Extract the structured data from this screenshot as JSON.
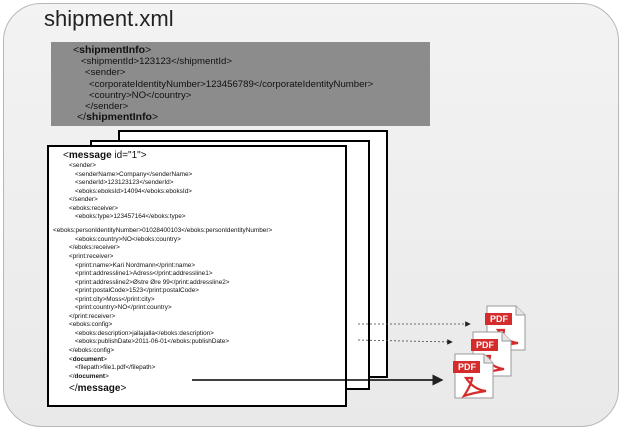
{
  "file_title": "shipment.xml",
  "header_lines": [
    {
      "pre": "<",
      "tag": "shipmentInfo",
      "post": ">"
    },
    {
      "pre": "<shipmentId>123123</shipmentId>",
      "tag": "",
      "post": ""
    },
    {
      "pre": "<sender>",
      "tag": "",
      "post": ""
    },
    {
      "pre": "<corporateIdentityNumber>123456789</corporateIdentityNumber>",
      "tag": "",
      "post": ""
    },
    {
      "pre": "<country>NO</country>",
      "tag": "",
      "post": ""
    },
    {
      "pre": "</sender>",
      "tag": "",
      "post": ""
    },
    {
      "pre": "</",
      "tag": "shipmentInfo",
      "post": ">"
    }
  ],
  "message_lines": [
    {
      "pre": "<",
      "tag": "message",
      "post": " id=\"1\">"
    },
    {
      "pre": "<sender>",
      "tag": "",
      "post": ""
    },
    {
      "pre": "<senderName>Company</senderName>",
      "tag": "",
      "post": ""
    },
    {
      "pre": "<senderId>123123123</senderId>",
      "tag": "",
      "post": ""
    },
    {
      "pre": "<eboks:eboksId>14094</eboks:eboksId>",
      "tag": "",
      "post": ""
    },
    {
      "pre": "</sender>",
      "tag": "",
      "post": ""
    },
    {
      "pre": "<eboks:receiver>",
      "tag": "",
      "post": ""
    },
    {
      "pre": "<eboks:type>123457164</eboks:type>",
      "tag": "",
      "post": ""
    },
    {
      "pre": "<eboks:personIdentityNumber>01028400103</eboks:personIdentityNumber>",
      "tag": "",
      "post": ""
    },
    {
      "pre": "<eboks:country>NO</eboks:country>",
      "tag": "",
      "post": ""
    },
    {
      "pre": "</eboks:receiver>",
      "tag": "",
      "post": ""
    },
    {
      "pre": "<print:receiver>",
      "tag": "",
      "post": ""
    },
    {
      "pre": "<print:name>Kari Nordmann</print:name>",
      "tag": "",
      "post": ""
    },
    {
      "pre": "<print:addressline1>Adress</print:addressline1>",
      "tag": "",
      "post": ""
    },
    {
      "pre": "<print:addressline2>Østre Øre 99</print:addressline2>",
      "tag": "",
      "post": ""
    },
    {
      "pre": "<print:postalCode>1523</print:postalCode>",
      "tag": "",
      "post": ""
    },
    {
      "pre": "<print:city>Moss</print:city>",
      "tag": "",
      "post": ""
    },
    {
      "pre": "<print:country>NO</print:country>",
      "tag": "",
      "post": ""
    },
    {
      "pre": "</print:receiver>",
      "tag": "",
      "post": ""
    },
    {
      "pre": "<eboks:config>",
      "tag": "",
      "post": ""
    },
    {
      "pre": "<eboks:description>jallajalla</eboks:description>",
      "tag": "",
      "post": ""
    },
    {
      "pre": "<eboks:publishDate>2011-06-01</eboks:publishDate>",
      "tag": "",
      "post": ""
    },
    {
      "pre": "</eboks:config>",
      "tag": "",
      "post": ""
    },
    {
      "pre": "<",
      "tag": "document",
      "post": ">"
    },
    {
      "pre": "<filepath>file1.pdf</filepath>",
      "tag": "",
      "post": ""
    },
    {
      "pre": "</",
      "tag": "document",
      "post": ">"
    },
    {
      "pre": "</",
      "tag": "message",
      "post": ">"
    }
  ],
  "pdf_badge": "PDF",
  "colors": {
    "header_bg": "#8c8c8c",
    "pdf_red": "#d62b2b",
    "frame_bg": "#ececec"
  }
}
